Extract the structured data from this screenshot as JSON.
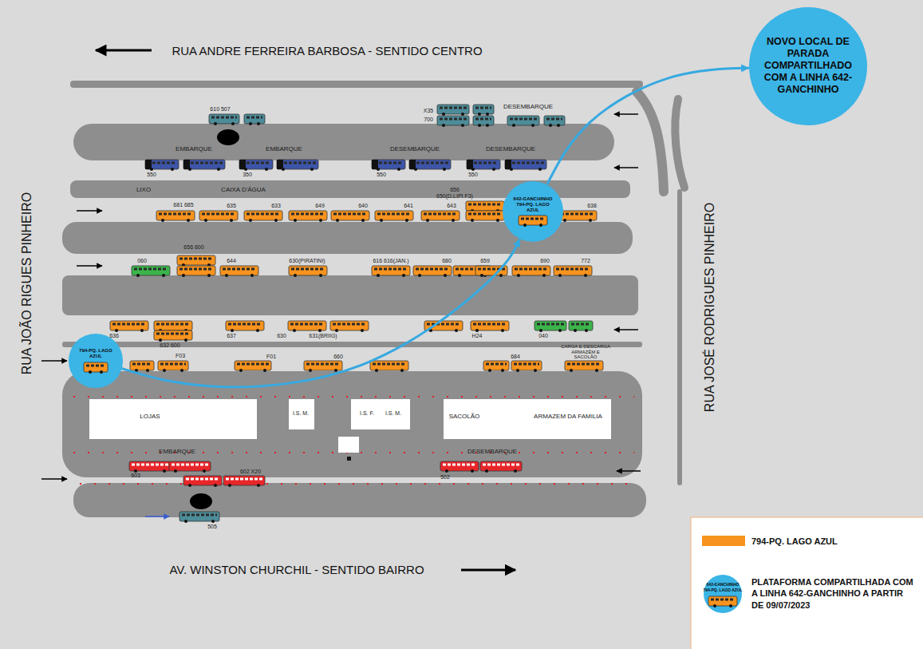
{
  "diagram": {
    "nodes": [
      {
        "text": [
          "794-PQ. LAGO AZUL"
        ]
      },
      {
        "text": [
          "642-GANCHINHO",
          "794-PQ. LAGO AZUL"
        ]
      },
      {
        "text": [
          "NOVO LOCAL DE PARADA COMPARTILHADO COM A LINHA 642-GANCHINHO"
        ]
      }
    ],
    "edges": [
      {
        "from": 0,
        "to": 1,
        "arrow": "to"
      },
      {
        "from": 1,
        "to": 2,
        "arrow": "to"
      }
    ],
    "labels": [
      "RUA ANDRE FERREIRA BARBOSA - SENTIDO CENTRO",
      "RUA JOÃO RIGUES PINHEIRO",
      "RUA JOSÉ RODRIGUES PINHEIRO",
      "AV. WINSTON CHURCHIL - SENTIDO BAIRRO",
      "610 507",
      "X35",
      "700",
      "DESEMBARQUE",
      "EMBARQUE",
      "EMBARQUE",
      "DESEMBARQUE",
      "DESEMBARQUE",
      "550",
      "350",
      "550",
      "550",
      "LIXO",
      "CAIXA D'ÁGUA",
      "656",
      "650(D.LIPI F3)",
      "681 685",
      "635",
      "633",
      "649",
      "640",
      "641",
      "643",
      "638",
      "656 600",
      "060",
      "644",
      "630(PIRATINI)",
      "616 616(JAN.)",
      "680",
      "659",
      "690",
      "772",
      "636",
      "637",
      "630",
      "631(BRIIG)",
      "H24",
      "040",
      "632 600",
      "F03",
      "F01",
      "660",
      "684",
      "CARGA E DESCARGA ARMAZÉM E SACOLÃO",
      "LOJAS",
      "I.S. M.",
      "I.S. F.",
      "I.S. M.",
      "SACOLÃO",
      "ARMAZEM DA FAMILIA",
      "EMBARQUE",
      "DESEMBARQUE",
      "603",
      "602 X20",
      "502",
      "505",
      "642-GANCHINHO",
      "794-PQ. LAGO AZUL"
    ],
    "legend": [
      {
        "text": "794-PQ. LAGO AZUL",
        "color": "#f7931e"
      },
      {
        "text": "PLATAFORMA COMPARTILHADA COM A LINHA 642-GANCHINHO A PARTIR DE 09/07/2023"
      }
    ]
  }
}
